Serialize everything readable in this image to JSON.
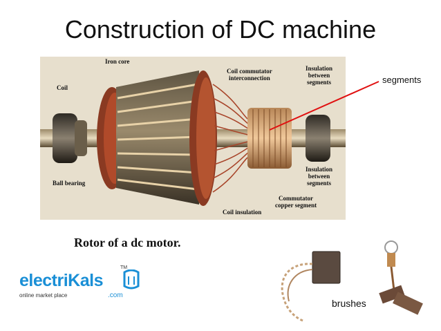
{
  "title": "Construction of DC machine",
  "photo_labels": {
    "iron_core": "Iron core",
    "coil": "Coil",
    "coil_commutator": "Coil commutator\ninterconnection",
    "insulation_top": "Insulation\nbetween\nsegments",
    "ball_bearing": "Ball bearing",
    "insulation_bottom": "Insulation\nbetween\nsegments",
    "commutator_segment": "Commutator\ncopper segment",
    "coil_insulation": "Coil insulation"
  },
  "segments_label": "segments",
  "caption": "Rotor of a dc motor.",
  "logo": {
    "part1": "electri",
    "part2": "Kals",
    "sub": "online market place",
    "com": ".com",
    "tm": "TM"
  },
  "brushes_label": "brushes",
  "colors": {
    "accent_line": "#e01010",
    "logo_blue": "#1a8fd6"
  }
}
